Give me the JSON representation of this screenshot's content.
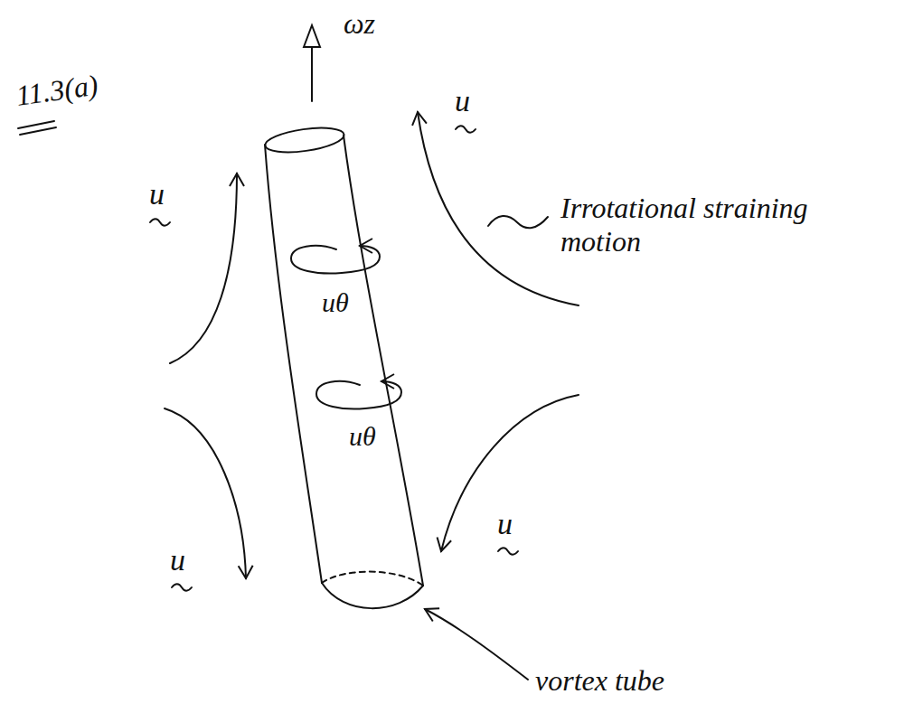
{
  "diagram": {
    "labels": [
      "ωz",
      "11.3(a)",
      "u",
      "u",
      "Irrotational straining motion",
      "uθ",
      "uθ",
      "u",
      "u",
      "vortex tube"
    ]
  }
}
